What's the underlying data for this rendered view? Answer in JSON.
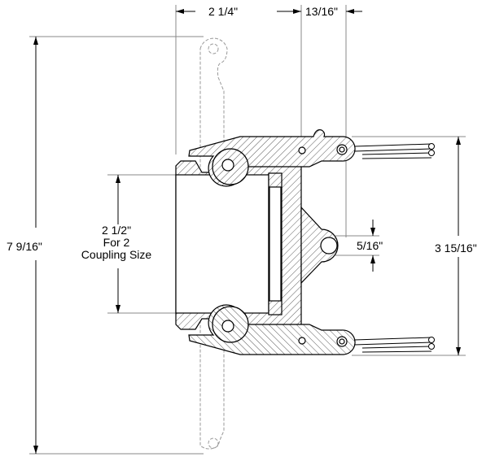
{
  "dimensions": {
    "top_width": "2 1/4\"",
    "top_offset": "13/16\"",
    "overall_height": "7 9/16\"",
    "coupling_size_lines": [
      "2 1/2\"",
      "For 2",
      "Coupling Size"
    ],
    "hole_diameter": "5/16\"",
    "handle_span": "3 15/16\""
  },
  "colors": {
    "line": "#000000",
    "dim_line": "#777777",
    "ghost": "#999999"
  }
}
